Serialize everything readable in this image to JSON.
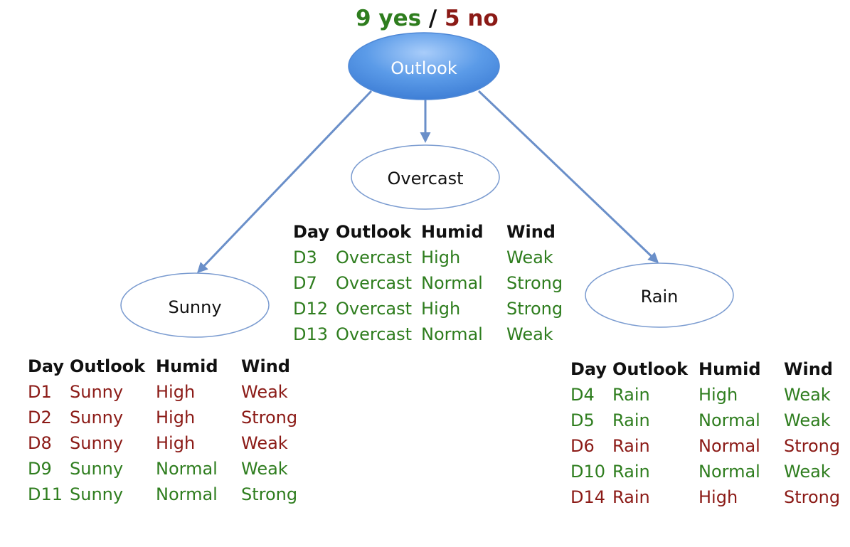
{
  "title": {
    "yes": "9 yes",
    "separator": "/",
    "no": "5 no"
  },
  "root": {
    "label": "Outlook"
  },
  "columns": [
    "Day",
    "Outlook",
    "Humid",
    "Wind"
  ],
  "colors": {
    "yes": "#2e7d1e",
    "no": "#8b1a16",
    "root_fill": "#5b9be8",
    "edge": "#6a8fc9"
  },
  "branches": {
    "overcast": {
      "label": "Overcast",
      "rows": [
        {
          "day": "D3",
          "outlook": "Overcast",
          "humid": "High",
          "wind": "Weak",
          "label": "yes"
        },
        {
          "day": "D7",
          "outlook": "Overcast",
          "humid": "Normal",
          "wind": "Strong",
          "label": "yes"
        },
        {
          "day": "D12",
          "outlook": "Overcast",
          "humid": "High",
          "wind": "Strong",
          "label": "yes"
        },
        {
          "day": "D13",
          "outlook": "Overcast",
          "humid": "Normal",
          "wind": "Weak",
          "label": "yes"
        }
      ]
    },
    "sunny": {
      "label": "Sunny",
      "rows": [
        {
          "day": "D1",
          "outlook": "Sunny",
          "humid": "High",
          "wind": "Weak",
          "label": "no"
        },
        {
          "day": "D2",
          "outlook": "Sunny",
          "humid": "High",
          "wind": "Strong",
          "label": "no"
        },
        {
          "day": "D8",
          "outlook": "Sunny",
          "humid": "High",
          "wind": "Weak",
          "label": "no"
        },
        {
          "day": "D9",
          "outlook": "Sunny",
          "humid": "Normal",
          "wind": "Weak",
          "label": "yes"
        },
        {
          "day": "D11",
          "outlook": "Sunny",
          "humid": "Normal",
          "wind": "Strong",
          "label": "yes"
        }
      ]
    },
    "rain": {
      "label": "Rain",
      "rows": [
        {
          "day": "D4",
          "outlook": "Rain",
          "humid": "High",
          "wind": "Weak",
          "label": "yes"
        },
        {
          "day": "D5",
          "outlook": "Rain",
          "humid": "Normal",
          "wind": "Weak",
          "label": "yes"
        },
        {
          "day": "D6",
          "outlook": "Rain",
          "humid": "Normal",
          "wind": "Strong",
          "label": "no"
        },
        {
          "day": "D10",
          "outlook": "Rain",
          "humid": "Normal",
          "wind": "Weak",
          "label": "yes"
        },
        {
          "day": "D14",
          "outlook": "Rain",
          "humid": "High",
          "wind": "Strong",
          "label": "no"
        }
      ]
    }
  }
}
